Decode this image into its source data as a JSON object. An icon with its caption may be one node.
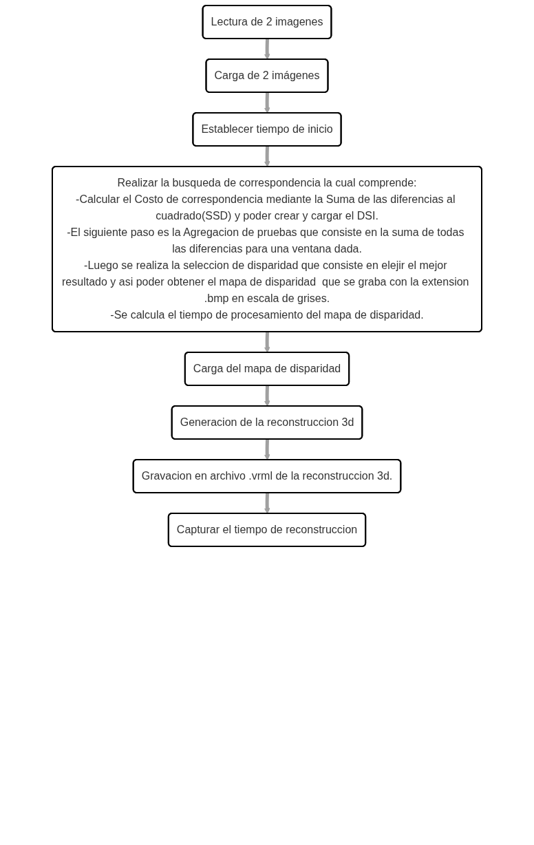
{
  "diagram": {
    "nodes": [
      {
        "text": [
          "Lectura de 2 imagenes"
        ]
      },
      {
        "text": [
          "Carga de 2 imágenes"
        ]
      },
      {
        "text": [
          "Establecer tiempo de inicio"
        ]
      },
      {
        "text": [
          "Realizar la busqueda de correspondencia la cual comprende:",
          "-Calcular el Costo de correspondencia mediante la Suma de las diferencias al cuadrado(SSD) y poder crear y cargar el DSI.",
          "-El siguiente paso es la Agregacion de pruebas que consiste en la suma de todas las diferencias para una ventana dada.",
          "-Luego se realiza la seleccion de disparidad que consiste en elejir el mejor resultado y asi poder obtener el mapa de disparidad  que se graba con la extension .bmp en escala de grises.",
          "-Se calcula el tiempo de procesamiento del mapa de disparidad."
        ]
      },
      {
        "text": [
          "Carga del mapa de disparidad"
        ]
      },
      {
        "text": [
          "Generacion de la reconstruccion 3d"
        ]
      },
      {
        "text": [
          "Gravacion en archivo .vrml de la reconstruccion 3d."
        ]
      },
      {
        "text": [
          "Capturar el tiempo de reconstruccion"
        ]
      }
    ],
    "edges": [
      {
        "from": 0,
        "to": 1,
        "arrow": "to"
      },
      {
        "from": 1,
        "to": 2,
        "arrow": "to"
      },
      {
        "from": 2,
        "to": 3,
        "arrow": "to"
      },
      {
        "from": 3,
        "to": 4,
        "arrow": "to"
      },
      {
        "from": 4,
        "to": 5,
        "arrow": "to"
      },
      {
        "from": 5,
        "to": 6,
        "arrow": "to"
      },
      {
        "from": 6,
        "to": 7,
        "arrow": "to"
      }
    ]
  }
}
